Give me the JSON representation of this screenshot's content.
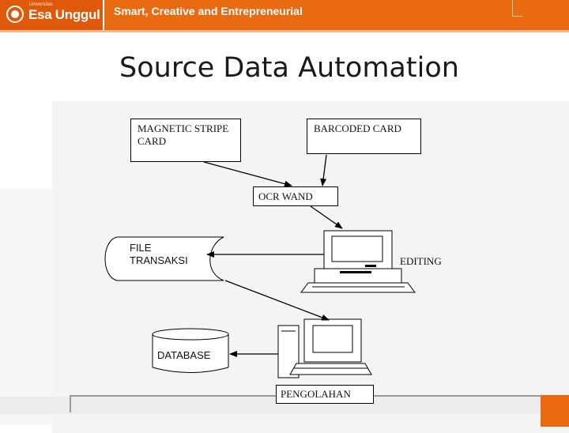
{
  "header": {
    "logo_small": "Universitas",
    "logo_text": "Esa Unggul",
    "tagline": "Smart, Creative and Entrepreneurial",
    "brand_color": "#ea6a12"
  },
  "slide": {
    "title": "Source Data Automation"
  },
  "diagram": {
    "magnetic_card": "MAGNETIC STRIPE\nCARD",
    "barcoded_card": "BARCODED CARD",
    "ocr_wand": "OCR WAND",
    "file_transaksi": "FILE\nTRANSAKSI",
    "editing": "EDITING",
    "database": "DATABASE",
    "pengolahan": "PENGOLAHAN",
    "icons": [
      "computer-icon",
      "computer-icon",
      "cylinder-icon"
    ]
  }
}
